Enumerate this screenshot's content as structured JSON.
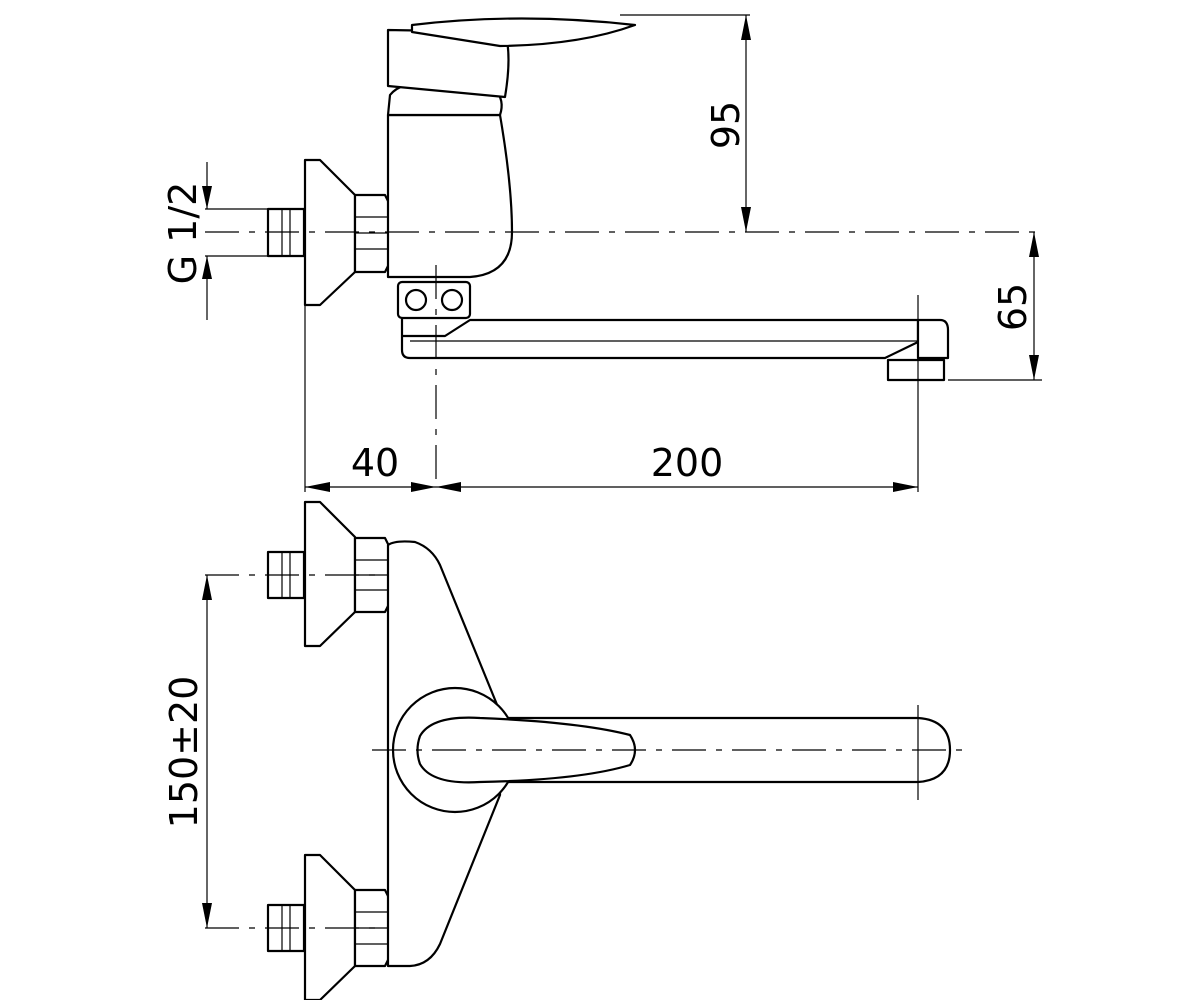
{
  "drawing": {
    "side_view": {
      "dim_height_handle": "95",
      "dim_height_spout": "65",
      "dim_wall_to_axis": "40",
      "dim_spout_reach": "200",
      "thread_label": "G 1/2"
    },
    "top_view": {
      "dim_inlet_spacing": "150±20"
    }
  }
}
